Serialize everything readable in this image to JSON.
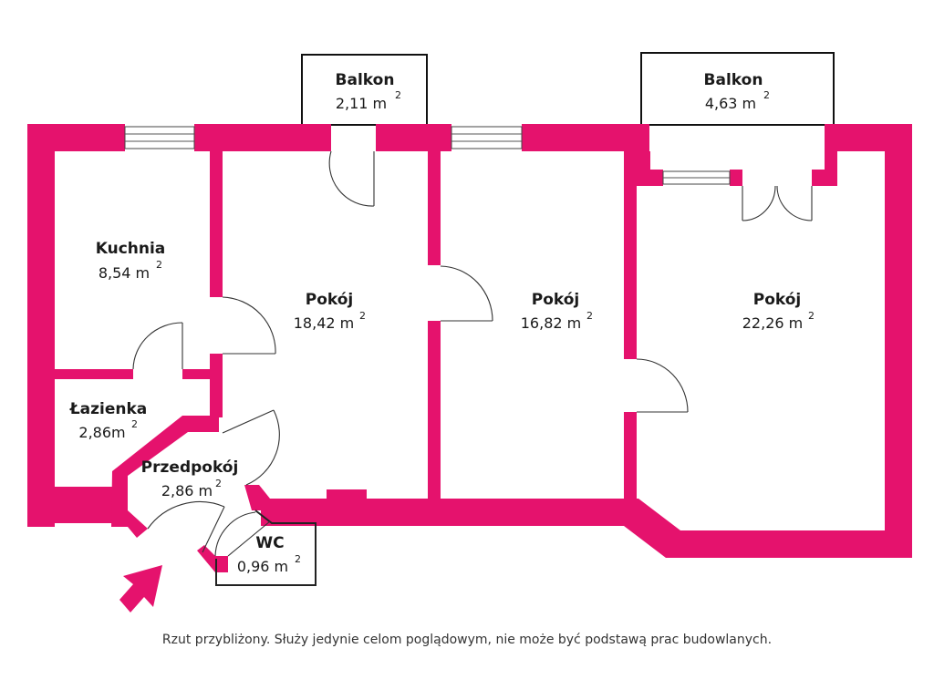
{
  "colors": {
    "wall": "#e5126d",
    "line": "#333333",
    "text": "#1a1a1a",
    "background": "#ffffff"
  },
  "rooms": {
    "balkon_1": {
      "name": "Balkon",
      "area": "2,11 m",
      "sup": "2"
    },
    "balkon_2": {
      "name": "Balkon",
      "area": "4,63 m",
      "sup": "2"
    },
    "kuchnia": {
      "name": "Kuchnia",
      "area": "8,54 m",
      "sup": "2"
    },
    "pokoj_1": {
      "name": "Pokój",
      "area": "18,42 m",
      "sup": "2"
    },
    "pokoj_2": {
      "name": "Pokój",
      "area": "16,82 m",
      "sup": "2"
    },
    "pokoj_3": {
      "name": "Pokój",
      "area": "22,26 m",
      "sup": "2"
    },
    "lazienka": {
      "name": "Łazienka",
      "area": "2,86m",
      "sup": "2"
    },
    "przedpokoj": {
      "name": "Przedpokój",
      "area": "2,86 m",
      "sup": "2"
    },
    "wc": {
      "name": "WC",
      "area": "0,96 m",
      "sup": "2"
    }
  },
  "icons": {
    "entrance": "entrance-arrow-icon"
  },
  "disclaimer": "Rzut przybliżony. Służy jedynie celom poglądowym, nie może być podstawą prac budowlanych."
}
